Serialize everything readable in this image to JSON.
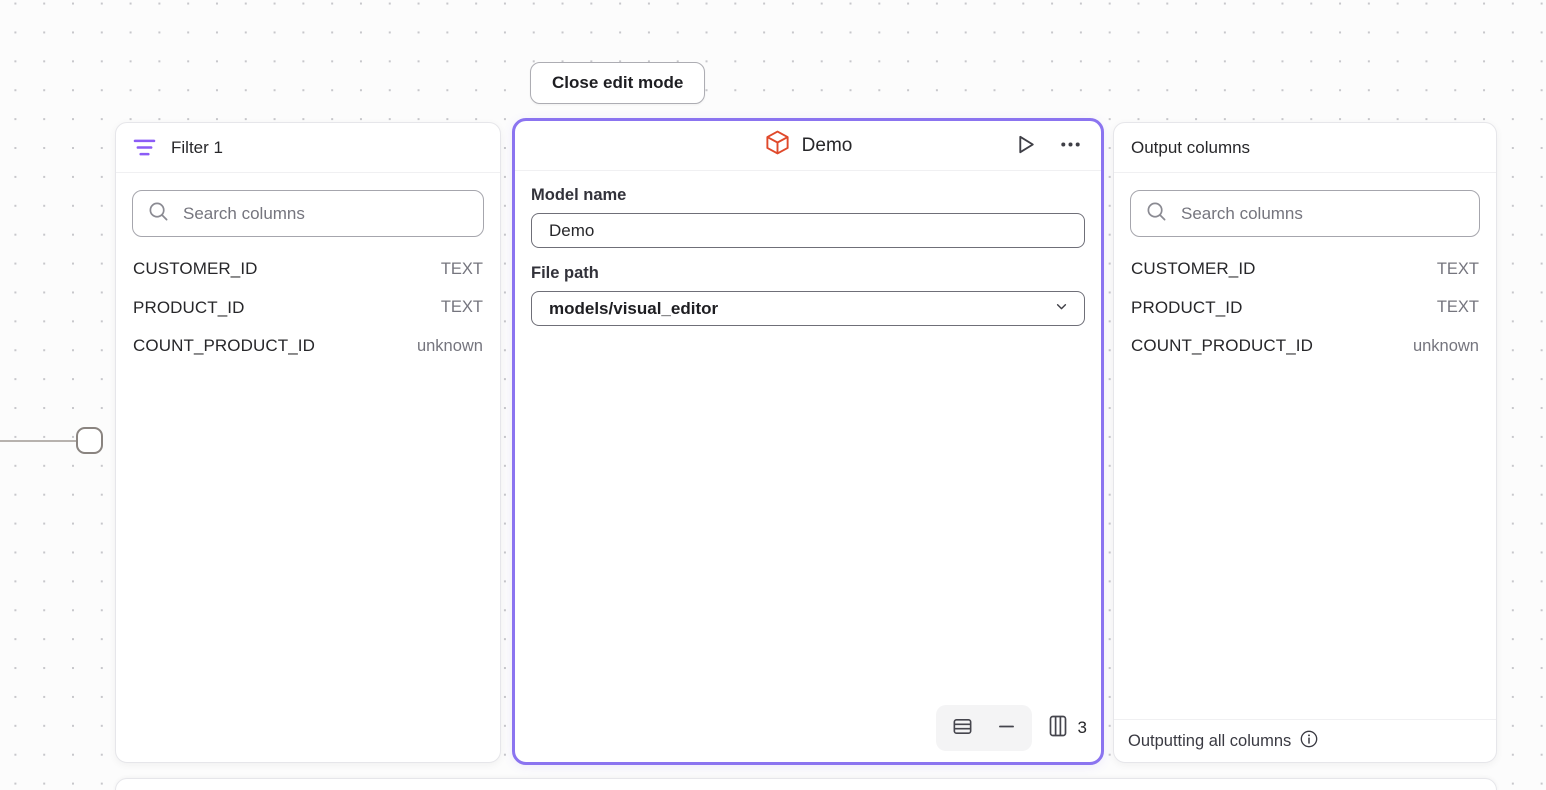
{
  "toolbar": {
    "close_edit_mode_label": "Close edit mode"
  },
  "filter_panel": {
    "title": "Filter 1",
    "search_placeholder": "Search columns",
    "columns": [
      {
        "name": "CUSTOMER_ID",
        "type": "TEXT"
      },
      {
        "name": "PRODUCT_ID",
        "type": "TEXT"
      },
      {
        "name": "COUNT_PRODUCT_ID",
        "type": "unknown"
      }
    ]
  },
  "model_panel": {
    "title": "Demo",
    "model_name_label": "Model name",
    "model_name_value": "Demo",
    "file_path_label": "File path",
    "file_path_value": "models/visual_editor",
    "column_count": "3"
  },
  "output_panel": {
    "title": "Output columns",
    "search_placeholder": "Search columns",
    "columns": [
      {
        "name": "CUSTOMER_ID",
        "type": "TEXT"
      },
      {
        "name": "PRODUCT_ID",
        "type": "TEXT"
      },
      {
        "name": "COUNT_PRODUCT_ID",
        "type": "unknown"
      }
    ],
    "footer_text": "Outputting all columns"
  },
  "icons": {
    "filter": "filter-lines",
    "search": "magnifier",
    "model": "cube",
    "run": "play-triangle",
    "more": "ellipsis",
    "file_path": "chevron-down",
    "results_table": "table-rows",
    "collapse": "minus",
    "columns": "table-columns",
    "info": "info-circle"
  },
  "colors": {
    "selection_border": "#8B74F0",
    "filter_icon": "#8B5CF6",
    "model_icon": "#E0492B",
    "text_primary": "#27272A",
    "text_muted": "#75757E",
    "panel_border": "#E6E6EA"
  }
}
